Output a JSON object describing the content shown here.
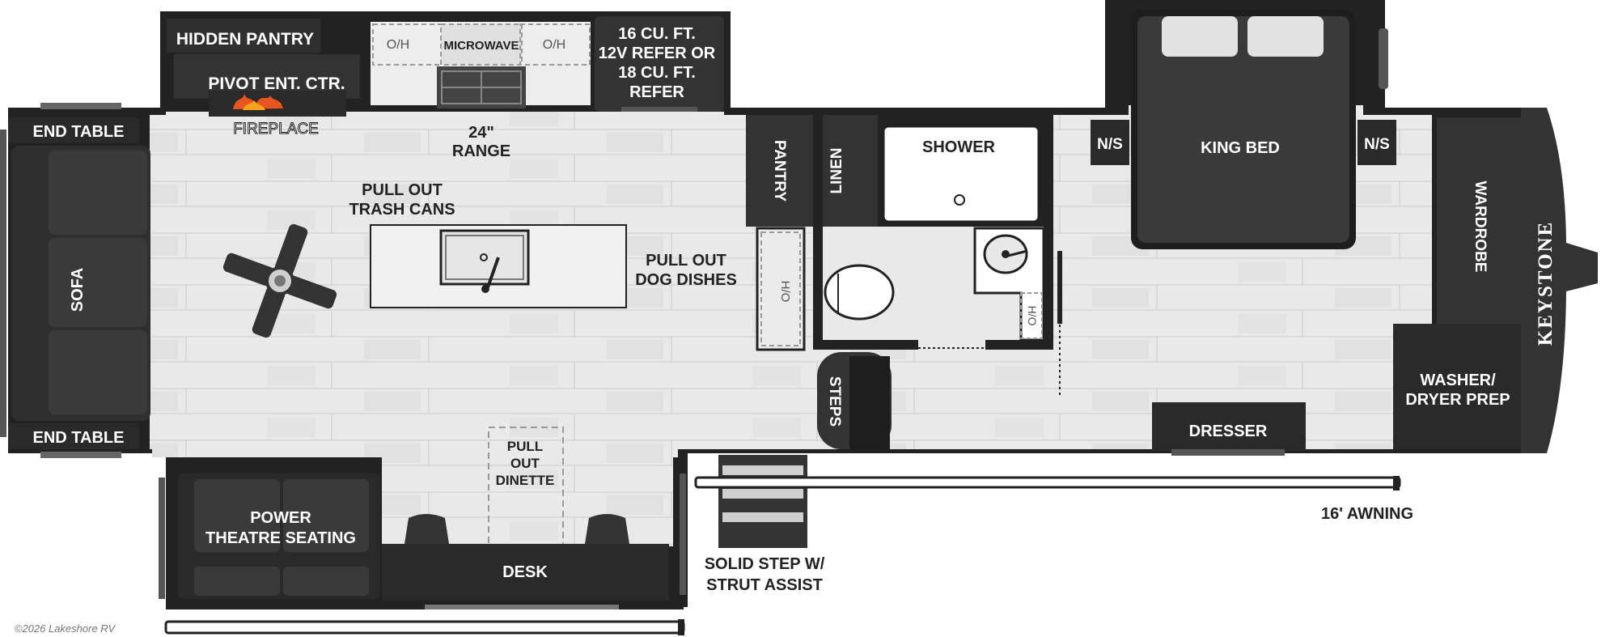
{
  "labels": {
    "hidden_pantry": "HIDDEN PANTRY",
    "pivot_ent_ctr": "PIVOT ENT. CTR.",
    "fireplace": "FIREPLACE",
    "oh_left": "O/H",
    "microwave": "MICROWAVE",
    "oh_right": "O/H",
    "refer_line1": "16 CU. FT.",
    "refer_line2": "12V REFER OR",
    "refer_line3": "18 CU. FT.",
    "refer_line4": "REFER",
    "range_line1": "24\"",
    "range_line2": "RANGE",
    "end_table_top": "END TABLE",
    "end_table_bottom": "END TABLE",
    "sofa": "SOFA",
    "trash_line1": "PULL OUT",
    "trash_line2": "TRASH CANS",
    "dog_line1": "PULL OUT",
    "dog_line2": "DOG DISHES",
    "pantry": "PANTRY",
    "linen": "LINEN",
    "shower": "SHOWER",
    "wh_kitchen": "H/O",
    "wh_bath": "H/O",
    "steps": "STEPS",
    "ns_left": "N/S",
    "king_bed": "KING BED",
    "ns_right": "N/S",
    "wardrobe": "WARDROBE",
    "keystone": "KEYSTONE",
    "washer_line1": "WASHER/",
    "washer_line2": "DRYER PREP",
    "dresser": "DRESSER",
    "dinette_line1": "PULL",
    "dinette_line2": "OUT",
    "dinette_line3": "DINETTE",
    "theatre_line1": "POWER",
    "theatre_line2": "THEATRE SEATING",
    "desk": "DESK",
    "solid_step_line1": "SOLID STEP W/",
    "solid_step_line2": "STRUT ASSIST",
    "awning": "16' AWNING",
    "copyright": "©2026 Lakeshore RV"
  },
  "colors": {
    "wall": "#222222",
    "floor": "#e9e9e9",
    "plank_line": "#d4d4d4",
    "furniture_dark": "#2b2b2b",
    "furniture_mid": "#3c3c3c",
    "counter": "#f0f0f0"
  }
}
